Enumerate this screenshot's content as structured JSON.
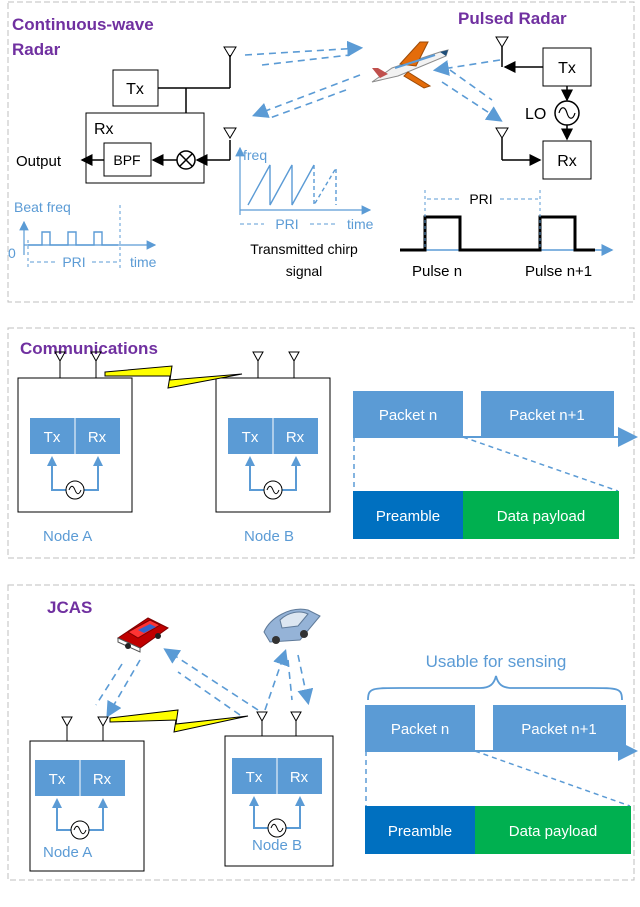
{
  "colors": {
    "purple": "#7030a0",
    "blue_light": "#5b9bd5",
    "blue_dark": "#0070c0",
    "green": "#00b050",
    "dash": "#5b9bd5",
    "border": "#bfbfbf",
    "bolt": "#ffff00"
  },
  "radar": {
    "cw_title_line1": "Continuous-wave",
    "cw_title_line2": "Radar",
    "pulsed_title": "Pulsed Radar",
    "tx": "Tx",
    "rx": "Rx",
    "bpf": "BPF",
    "output": "Output",
    "lo": "LO",
    "beat_freq": "Beat freq",
    "zero": "0",
    "pri_left": "PRI",
    "time_left": "time",
    "freq": "freq",
    "pri_mid": "PRI",
    "time_mid": "time",
    "chirp_line1": "Transmitted chirp",
    "chirp_line2": "signal",
    "pri_right": "PRI",
    "pulse_n": "Pulse n",
    "pulse_n1": "Pulse n+1"
  },
  "comms": {
    "title": "Communications",
    "tx": "Tx",
    "rx": "Rx",
    "node_a": "Node A",
    "node_b": "Node B",
    "packet_n": "Packet n",
    "packet_n1": "Packet n+1",
    "preamble": "Preamble",
    "payload": "Data payload"
  },
  "jcas": {
    "title": "JCAS",
    "tx": "Tx",
    "rx": "Rx",
    "node_a": "Node A",
    "node_b": "Node B",
    "usable": "Usable for sensing",
    "packet_n": "Packet n",
    "packet_n1": "Packet n+1",
    "preamble": "Preamble",
    "payload": "Data payload"
  }
}
